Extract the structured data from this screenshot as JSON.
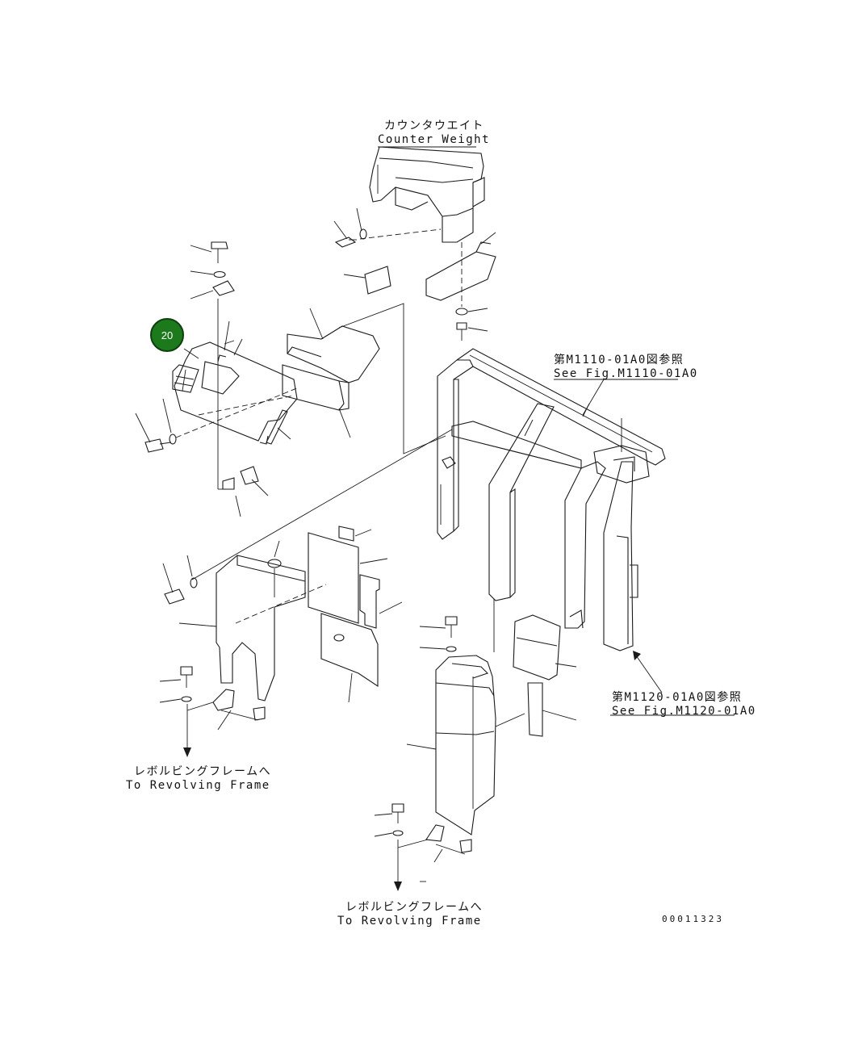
{
  "labels": {
    "counter_weight_jp": "カウンタウエイト",
    "counter_weight_en": "Counter Weight",
    "ref_1110_jp": "第M1110-01A0図参照",
    "ref_1110_en": "See Fig.M1110-01A0",
    "ref_1120_jp": "第M1120-01A0図参照",
    "ref_1120_en": "See Fig.M1120-01A0",
    "revolving_left_jp": "レボルビングフレームへ",
    "revolving_left_en": "To Revolving Frame",
    "revolving_bottom_jp": "レボルビングフレームへ",
    "revolving_bottom_en": "To Revolving Frame",
    "drawing_number": "00011323"
  },
  "callout": {
    "number": "20",
    "color": "#1c7a1c"
  },
  "icons": {
    "callout": "part-number-balloon",
    "arrow_left": "arrow-down-icon",
    "arrow_bottom": "arrow-down-icon"
  }
}
